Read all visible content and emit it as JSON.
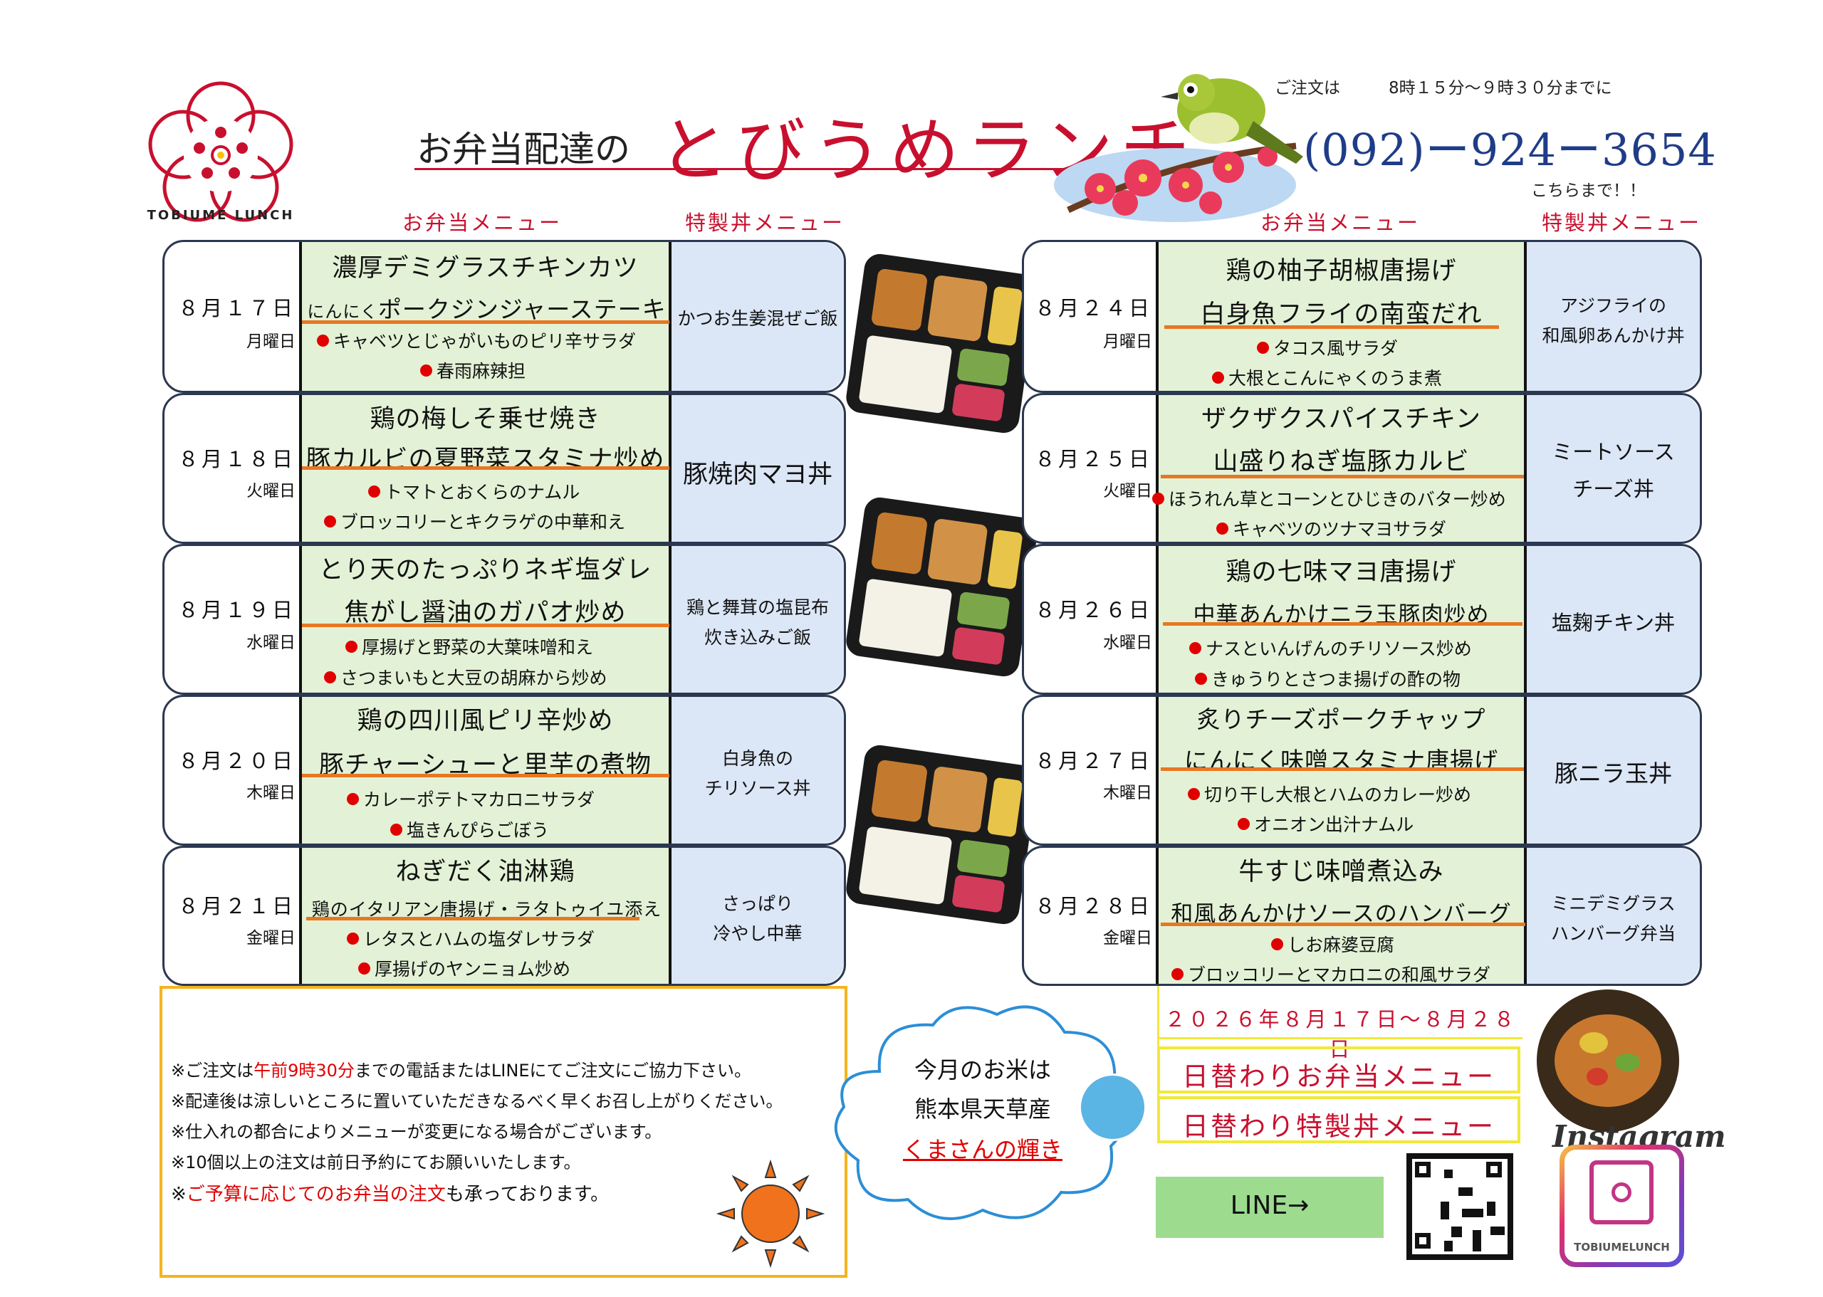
{
  "logo": {
    "text": "TOBIUME LUNCH"
  },
  "header": {
    "title_prefix": "お弁当配達の",
    "title": "とびうめランチ",
    "order_note": "ご注文は",
    "order_time": "8時１５分～９時３０分までに",
    "phone": "(092)ー924ー3654",
    "phone_sub": "こちらまで！！"
  },
  "section_left": {
    "bento": "お弁当メニュー",
    "don": "特製丼メニュー"
  },
  "section_right": {
    "bento": "お弁当メニュー",
    "don": "特製丼メニュー"
  },
  "days_left": [
    {
      "date": "８月１７日",
      "weekday": "月曜日",
      "dish1": "濃厚デミグラスチキンカツ",
      "dish2": "にんにくポークジンジャーステーキ",
      "dish2_prefix": "にんにく",
      "dish2_main": "ポークジンジャーステーキ",
      "side1": "キャベツとじゃがいものピリ辛サラダ",
      "side2": "春雨麻辣担",
      "don": "かつお生姜混ぜご飯"
    },
    {
      "date": "８月１８日",
      "weekday": "火曜日",
      "dish1": "鶏の梅しそ乗せ焼き",
      "dish2": "豚カルビの夏野菜スタミナ炒め",
      "side1": "トマトとおくらのナムル",
      "side2": "ブロッコリーとキクラゲの中華和え",
      "don": "豚焼肉マヨ丼"
    },
    {
      "date": "８月１９日",
      "weekday": "水曜日",
      "dish1": "とり天のたっぷりネギ塩ダレ",
      "dish2": "焦がし醤油のガパオ炒め",
      "side1": "厚揚げと野菜の大葉味噌和え",
      "side2": "さつまいもと大豆の胡麻から炒め",
      "don_line1": "鶏と舞茸の塩昆布",
      "don_line2": "炊き込みご飯"
    },
    {
      "date": "８月２０日",
      "weekday": "木曜日",
      "dish1": "鶏の四川風ピリ辛炒め",
      "dish2": "豚チャーシューと里芋の煮物",
      "side1": "カレーポテトマカロニサラダ",
      "side2": "塩きんぴらごぼう",
      "don_line1": "白身魚の",
      "don_line2": "チリソース丼"
    },
    {
      "date": "８月２１日",
      "weekday": "金曜日",
      "dish1": "ねぎだく油淋鶏",
      "dish2": "鶏のイタリアン唐揚げ・ラタトゥイユ添え",
      "side1": "レタスとハムの塩ダレサラダ",
      "side2": "厚揚げのヤンニョム炒め",
      "don_line1": "さっぱり",
      "don_line2": "冷やし中華"
    }
  ],
  "days_right": [
    {
      "date": "８月２４日",
      "weekday": "月曜日",
      "dish1": "鶏の柚子胡椒唐揚げ",
      "dish2": "白身魚フライの南蛮だれ",
      "side1": "タコス風サラダ",
      "side2": "大根とこんにゃくのうま煮",
      "don_line1": "アジフライの",
      "don_line2": "和風卵あんかけ丼"
    },
    {
      "date": "８月２５日",
      "weekday": "火曜日",
      "dish1": "ザクザクスパイスチキン",
      "dish2": "山盛りねぎ塩豚カルビ",
      "side1": "ほうれん草とコーンとひじきのバター炒め",
      "side2": "キャベツのツナマヨサラダ",
      "don_line1": "ミートソース",
      "don_line2": "チーズ丼"
    },
    {
      "date": "８月２６日",
      "weekday": "水曜日",
      "dish1": "鶏の七味マヨ唐揚げ",
      "dish2": "中華あんかけニラ玉豚肉炒め",
      "side1": "ナスといんげんのチリソース炒め",
      "side2": "きゅうりとさつま揚げの酢の物",
      "don": "塩麹チキン丼"
    },
    {
      "date": "８月２７日",
      "weekday": "木曜日",
      "dish1": "炙りチーズポークチャップ",
      "dish2": "にんにく味噌スタミナ唐揚げ",
      "side1": "切り干し大根とハムのカレー炒め",
      "side2": "オニオン出汁ナムル",
      "don": "豚ニラ玉丼"
    },
    {
      "date": "８月２８日",
      "weekday": "金曜日",
      "dish1": "牛すじ味噌煮込み",
      "dish2": "和風あんかけソースのハンバーグ",
      "side1": "しお麻婆豆腐",
      "side2": "ブロッコリーとマカロニの和風サラダ",
      "don_line1": "ミニデミグラス",
      "don_line2": "ハンバーグ弁当"
    }
  ],
  "notices": [
    {
      "pre": "※ご注文は",
      "red": "午前9時30分",
      "post": "までの電話またはLINEにてご注文にご協力下さい。"
    },
    {
      "pre": "※配達後は涼しいところに置いていただきなるべく早くお召し上がりください。",
      "red": "",
      "post": ""
    },
    {
      "pre": "※仕入れの都合によりメニューが変更になる場合がございます。",
      "red": "",
      "post": ""
    },
    {
      "pre": "※10個以上の注文は前日予約にてお願いいたします。",
      "red": "",
      "post": ""
    },
    {
      "pre": "※",
      "red": "ご予算に応じてのお弁当の注文",
      "post": "も承っております。"
    }
  ],
  "rice": {
    "line1": "今月のお米は",
    "line2": "熊本県天草産",
    "line3": "くまさんの輝き"
  },
  "period": {
    "range": "２０２６年８月１７日～８月２８日",
    "box1": "日替わりお弁当メニュー",
    "box2": "日替わり特製丼メニュー"
  },
  "line_button": "LINE→",
  "instagram": {
    "label": "Instagram",
    "handle": "TOBIUMELUNCH"
  },
  "colors": {
    "accent_red": "#c8102e",
    "menu_green": "#e3f2d6",
    "don_blue": "#dbe6f6",
    "underline_orange": "#e87722",
    "notice_border": "#f5b41c",
    "yellow_box": "#f0e83a",
    "line_green": "#9ddb8f"
  }
}
